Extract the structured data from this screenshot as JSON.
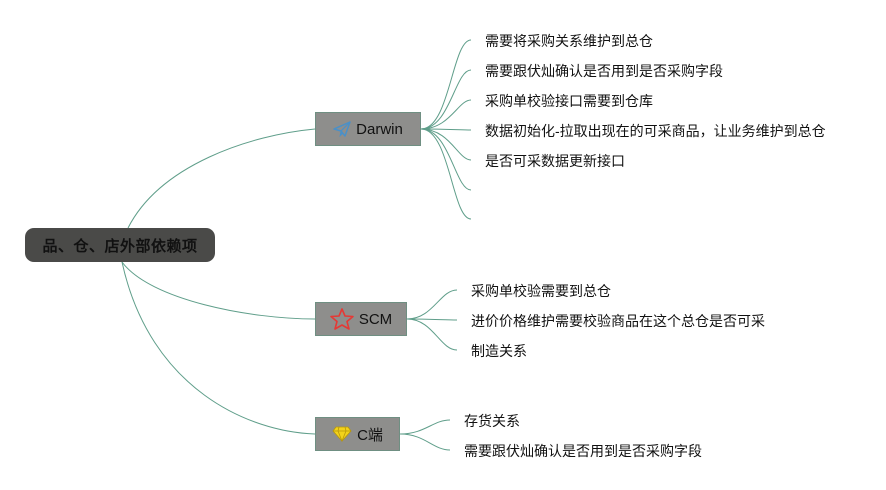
{
  "root": {
    "label": "品、仓、店外部依赖项"
  },
  "topics": {
    "darwin": {
      "label": "Darwin",
      "icon": "paper-plane-icon",
      "items": [
        "需要将采购关系维护到总仓",
        "需要跟伏灿确认是否用到是否采购字段",
        "采购单校验接口需要到仓库",
        "数据初始化-拉取出现在的可采商品，让业务维护到总仓",
        "是否可采数据更新接口"
      ]
    },
    "scm": {
      "label": "SCM",
      "icon": "star-icon",
      "items": [
        "采购单校验需要到总仓",
        "进价价格维护需要校验商品在这个总仓是否可采",
        "制造关系"
      ]
    },
    "c": {
      "label": "C端",
      "icon": "diamond-icon",
      "items": [
        "存货关系",
        "需要跟伏灿确认是否用到是否采购字段"
      ]
    }
  },
  "colors": {
    "edge": "#5f9e8a",
    "root_fill": "#4a4a48",
    "topic_fill": "#8e8e8c",
    "plane_icon": "#4a90c8",
    "star_icon": "#e53935",
    "diamond_icon": "#f2d21b"
  }
}
